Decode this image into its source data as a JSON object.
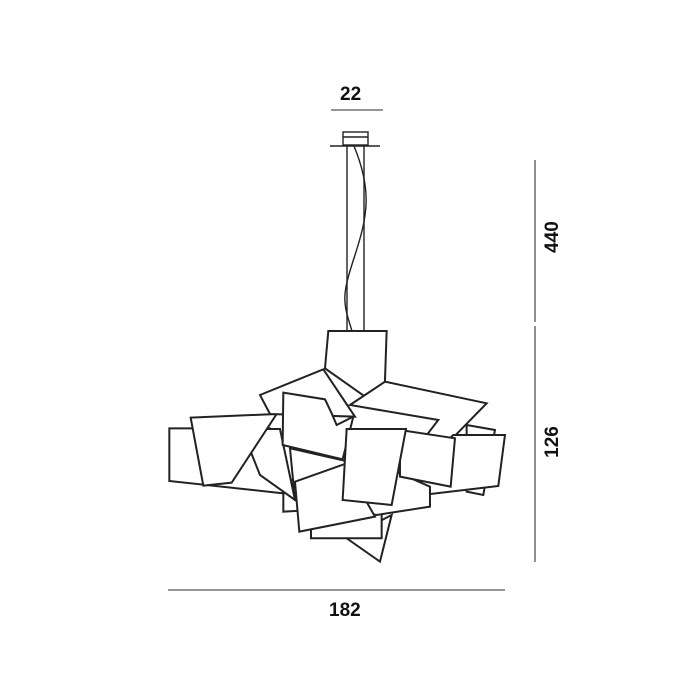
{
  "dimensions": {
    "canopy_width": "22",
    "suspension_length": "440",
    "body_height": "126",
    "overall_width": "182"
  },
  "colors": {
    "line": "#222222",
    "background": "#ffffff"
  }
}
